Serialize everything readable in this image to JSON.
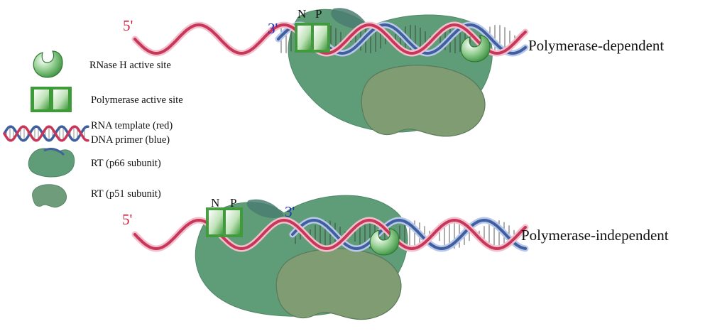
{
  "legend": {
    "rnase_h": "RNase H active site",
    "polymerase_site": "Polymerase active site",
    "rna_template": "RNA template (red)",
    "dna_primer": "DNA primer (blue)",
    "p66": "RT (p66 subunit)",
    "p51": "RT (p51 subunit)"
  },
  "panels": [
    {
      "title": "Polymerase-dependent",
      "five_prime": "5'",
      "three_prime": "3'",
      "n_label": "N",
      "p_label": "P"
    },
    {
      "title": "Polymerase-independent",
      "five_prime": "5'",
      "three_prime": "3'",
      "n_label": "N",
      "p_label": "P"
    }
  ],
  "colors": {
    "rna": "#c8365a",
    "dna": "#3f5f9e",
    "p66": "#5f9c78",
    "p51": "#7f9c72",
    "site": "#3f9a3a",
    "five_prime_text": "#d01d3e",
    "three_prime_text": "#1d2fb8"
  }
}
